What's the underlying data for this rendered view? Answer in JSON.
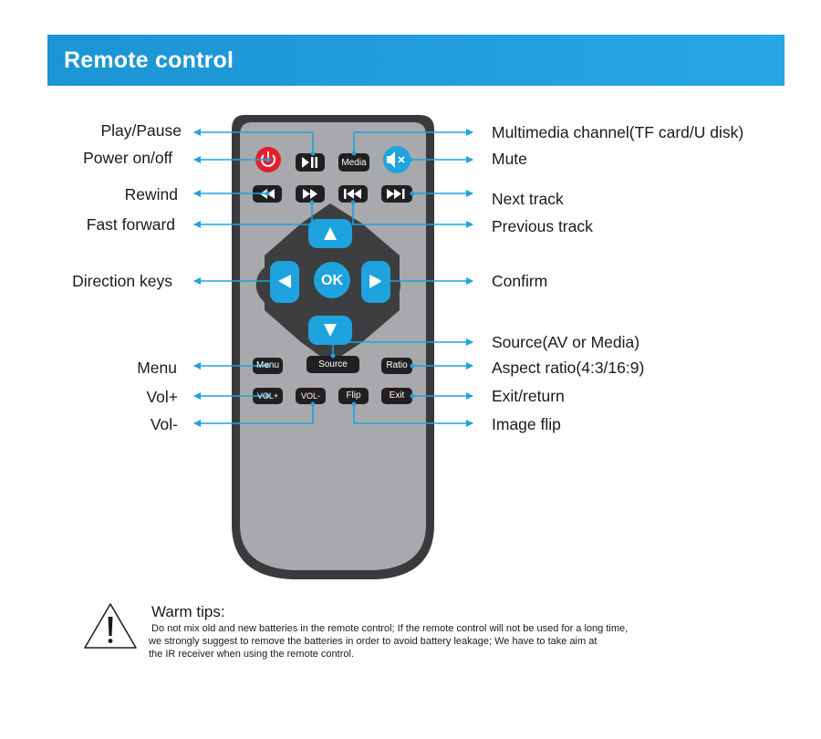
{
  "header": {
    "title": "Remote control"
  },
  "labels_left": {
    "play_pause": "Play/Pause",
    "power": "Power on/off",
    "rewind": "Rewind",
    "fast_forward": "Fast forward",
    "direction": "Direction keys",
    "menu": "Menu",
    "vol_plus": "Vol+",
    "vol_minus": "Vol-"
  },
  "labels_right": {
    "multimedia": "Multimedia channel(TF card/U disk)",
    "mute": "Mute",
    "next_track": "Next track",
    "previous_track": "Previous track",
    "confirm": "Confirm",
    "source": "Source(AV or Media)",
    "aspect": "Aspect ratio(4:3/16:9)",
    "exit": "Exit/return",
    "flip": "Image flip"
  },
  "buttons": {
    "media": "Media",
    "ok": "OK",
    "menu": "Menu",
    "source": "Source",
    "ratio": "Ratio",
    "vol_plus": "VOL+",
    "vol_minus": "VOL-",
    "flip": "Flip",
    "exit": "Exit"
  },
  "tips": {
    "title": "Warm tips:",
    "line1": "Do not mix old and new batteries in the remote control; If the remote control will not  be used for a long time,",
    "line2": "we strongly suggest to remove the batteries in order to avoid battery leakage; We have to  take aim at",
    "line3": "the IR receiver when using the remote control."
  },
  "colors": {
    "banner": "#1b95d3",
    "accent": "#1fa3df",
    "power": "#e61e2a",
    "remote_body": "#a7a9ac",
    "remote_border": "#3a3a3c",
    "button": "#231f20"
  },
  "icons": {
    "power": "power-icon",
    "play_pause": "play-pause-icon",
    "mute": "mute-icon",
    "rewind": "rewind-icon",
    "fast_forward": "fast-forward-icon",
    "previous": "previous-track-icon",
    "next": "next-track-icon",
    "up": "arrow-up-icon",
    "down": "arrow-down-icon",
    "left": "arrow-left-icon",
    "right": "arrow-right-icon",
    "warning": "warning-icon"
  }
}
